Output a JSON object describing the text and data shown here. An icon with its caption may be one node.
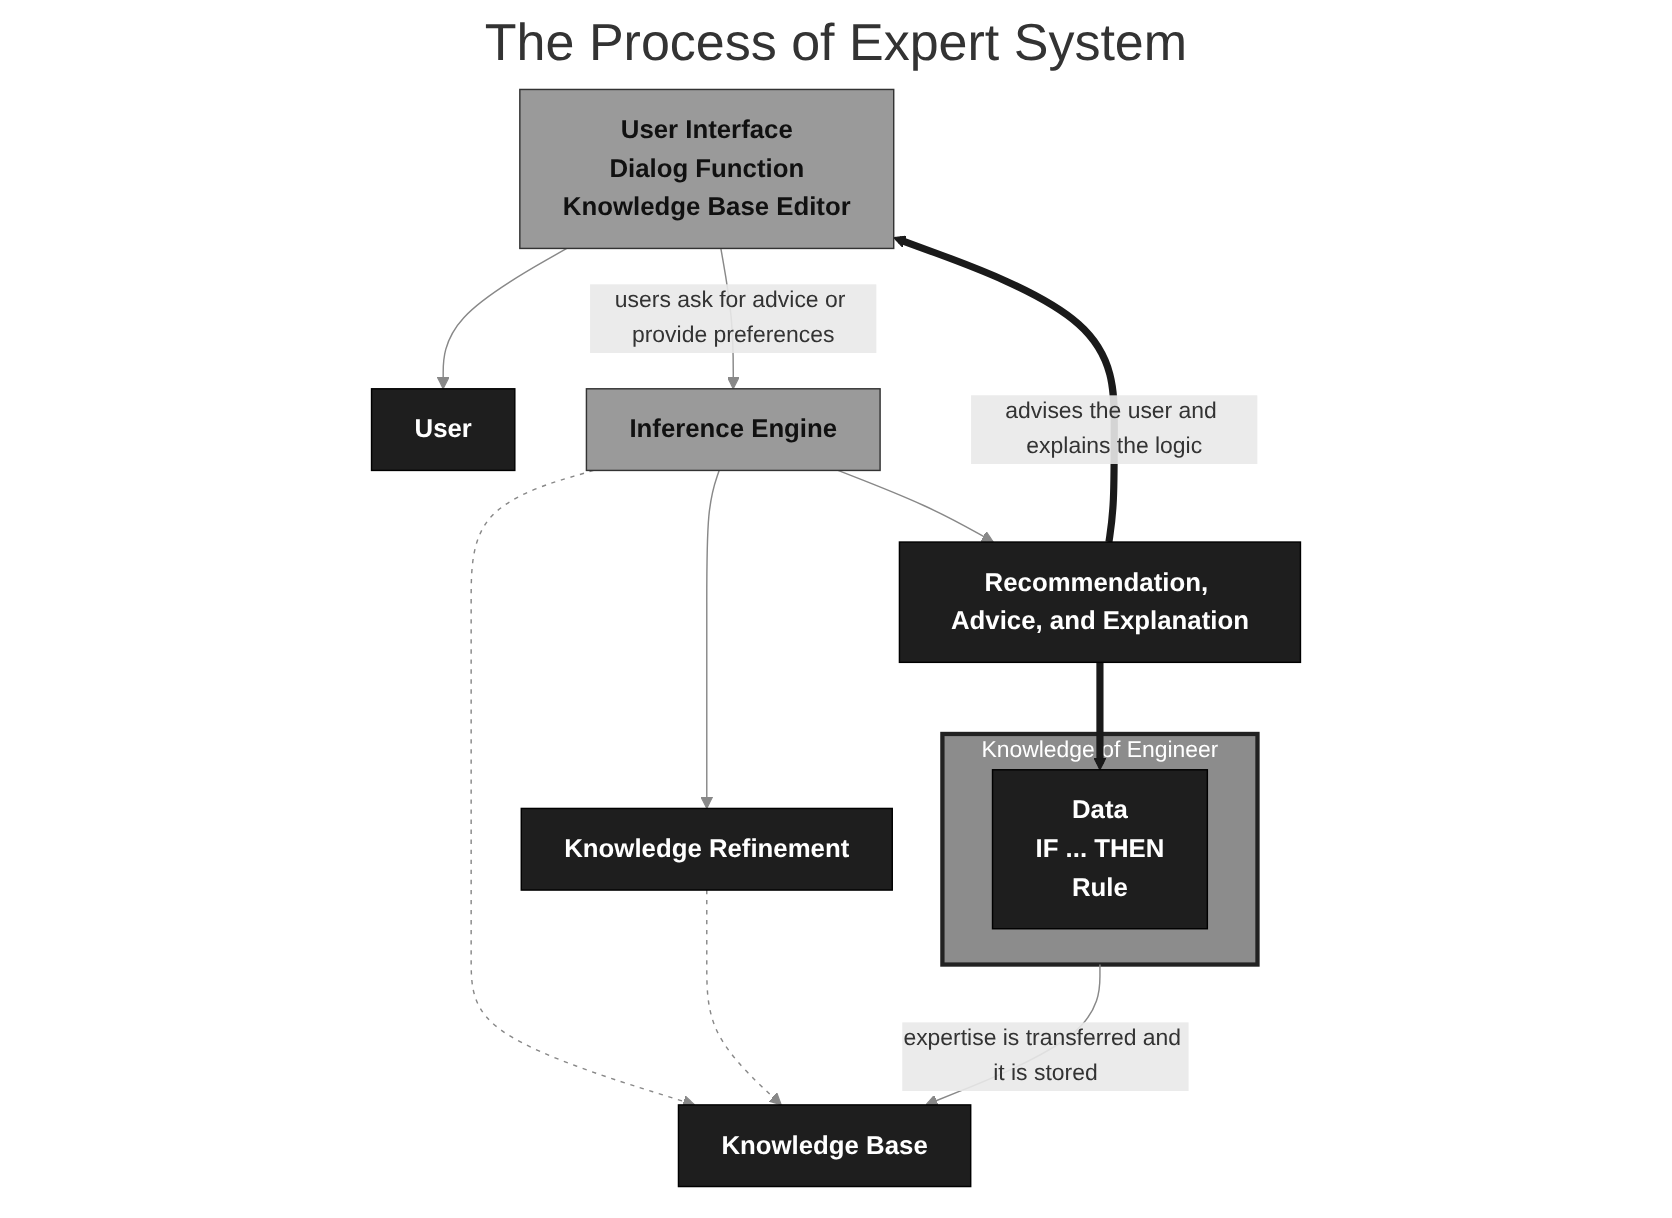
{
  "diagram": {
    "title": "The Process of Expert System",
    "nodes": [
      {
        "text": [
          "User"
        ]
      },
      {
        "text": [
          "Knowledge Base"
        ]
      },
      {
        "text": [
          "User Interface",
          "Dialog Function",
          "Knowledge Base Editor"
        ]
      },
      {
        "text": [
          "Knowledge Refinement"
        ]
      },
      {
        "text": [
          "Knowledge of Engineer"
        ]
      },
      {
        "text": [
          "Data",
          "IF ... THEN",
          "Rule"
        ],
        "in": 4
      },
      {
        "text": [
          "Inference Engine"
        ]
      },
      {
        "text": [
          "Recommendation, Advice, and Explanation"
        ]
      }
    ],
    "edges": [
      {
        "from": 2,
        "to": 0,
        "arrow": "to"
      },
      {
        "from": 2,
        "to": 6,
        "arrow": "to",
        "label": "users ask for advice or provide preferences"
      },
      {
        "from": 6,
        "to": 1,
        "arrow": "to",
        "style": "dashed"
      },
      {
        "from": 3,
        "to": 1,
        "arrow": "to",
        "style": "dashed"
      },
      {
        "from": 6,
        "to": 3,
        "arrow": "to"
      },
      {
        "from": 4,
        "to": 1,
        "arrow": "to",
        "label": "expertise is transferred and it is stored"
      },
      {
        "from": 6,
        "to": 7,
        "arrow": "to"
      },
      {
        "from": 7,
        "to": 2,
        "arrow": "to",
        "label": "advises the user and explains the logic",
        "style": "thick",
        "color": "#1a1a1a"
      },
      {
        "from": 7,
        "to": 5,
        "arrow": "to",
        "style": "thick",
        "color": "#1a1a1a"
      }
    ]
  }
}
